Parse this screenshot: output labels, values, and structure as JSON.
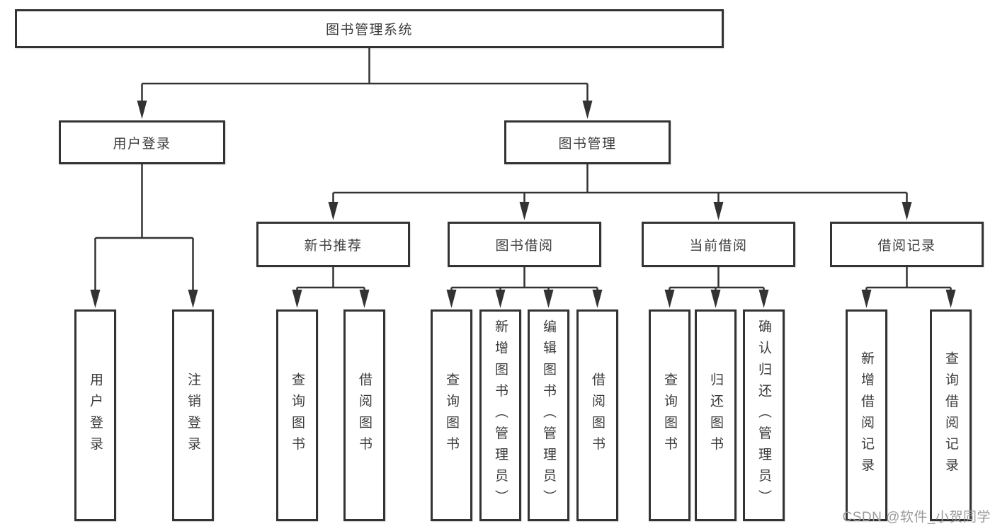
{
  "diagram": {
    "title": "图书管理系统",
    "root": {
      "label": "图书管理系统"
    },
    "level2": [
      {
        "label": "用户登录"
      },
      {
        "label": "图书管理"
      }
    ],
    "level3": [
      {
        "label": "新书推荐",
        "parent": "图书管理"
      },
      {
        "label": "图书借阅",
        "parent": "图书管理"
      },
      {
        "label": "当前借阅",
        "parent": "图书管理"
      },
      {
        "label": "借阅记录",
        "parent": "图书管理"
      }
    ],
    "leaves": [
      {
        "label": "用户登录",
        "parent": "用户登录"
      },
      {
        "label": "注销登录",
        "parent": "用户登录"
      },
      {
        "label": "查询图书",
        "parent": "新书推荐"
      },
      {
        "label": "借阅图书",
        "parent": "新书推荐"
      },
      {
        "label": "查询图书",
        "parent": "图书借阅"
      },
      {
        "label": "新增图书（管理员）",
        "parent": "图书借阅"
      },
      {
        "label": "编辑图书（管理员）",
        "parent": "图书借阅"
      },
      {
        "label": "借阅图书",
        "parent": "图书借阅"
      },
      {
        "label": "查询图书",
        "parent": "当前借阅"
      },
      {
        "label": "归还图书",
        "parent": "当前借阅"
      },
      {
        "label": "确认归还（管理员）",
        "parent": "当前借阅"
      },
      {
        "label": "新增借阅记录",
        "parent": "借阅记录"
      },
      {
        "label": "查询借阅记录",
        "parent": "借阅记录"
      }
    ],
    "watermark": "CSDN @软件_小贺同学",
    "colors": {
      "line": "#333333",
      "text": "#3b3b3b",
      "watermark": "#9b9b9b",
      "background": "#ffffff"
    }
  }
}
